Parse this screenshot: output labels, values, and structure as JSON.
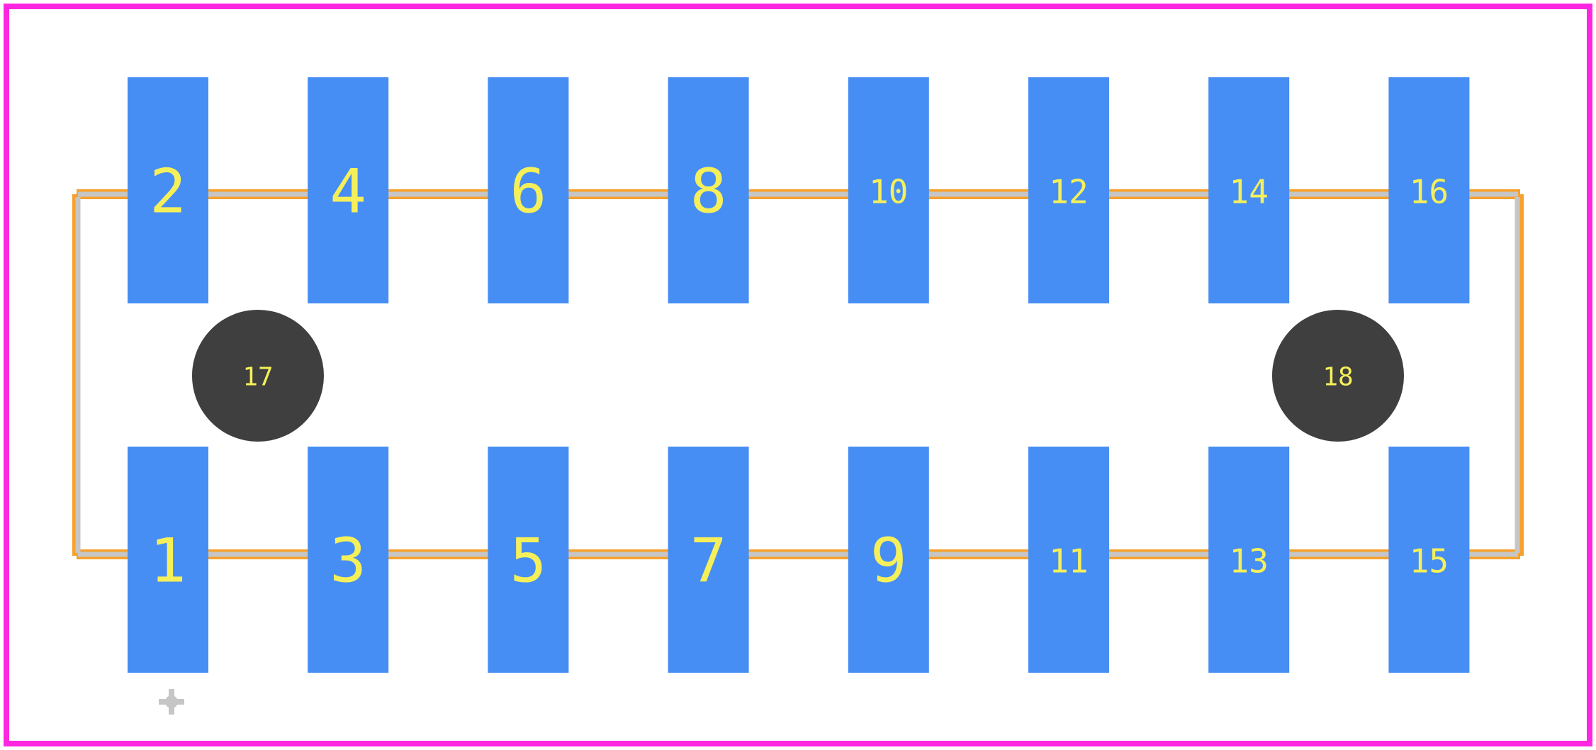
{
  "footprint": {
    "colors": {
      "background": "#ffffff",
      "courtyard": "#ff26e2",
      "silkscreen": "#f7a12d",
      "fab_layer": "#c6c6c6",
      "pad": "#478ef4",
      "mounting_hole": "#3f3f3f",
      "pad_label": "#f5f05a"
    },
    "top_row_pads": [
      {
        "label": "2"
      },
      {
        "label": "4"
      },
      {
        "label": "6"
      },
      {
        "label": "8"
      },
      {
        "label": "10"
      },
      {
        "label": "12"
      },
      {
        "label": "14"
      },
      {
        "label": "16"
      }
    ],
    "bottom_row_pads": [
      {
        "label": "1"
      },
      {
        "label": "3"
      },
      {
        "label": "5"
      },
      {
        "label": "7"
      },
      {
        "label": "9"
      },
      {
        "label": "11"
      },
      {
        "label": "13"
      },
      {
        "label": "15"
      }
    ],
    "mounting_holes": [
      {
        "label": "17"
      },
      {
        "label": "18"
      }
    ],
    "origin_marker_icon": "crosshair-origin-icon"
  }
}
